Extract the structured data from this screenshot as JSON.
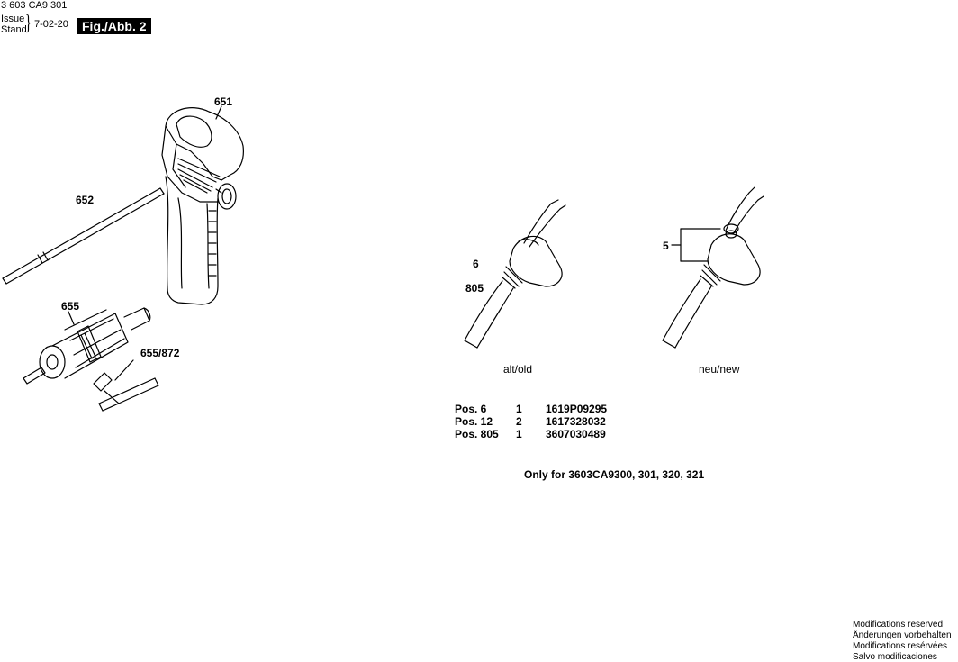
{
  "header": {
    "doc_id": "3 603 CA9 301",
    "issue_label": "Issue",
    "stand_label": "Stand",
    "brace": "}",
    "date": "7-02-20",
    "figure_label": "Fig./Abb. 2"
  },
  "callouts": {
    "c651": "651",
    "c652": "652",
    "c655": "655",
    "c655_872": "655/872",
    "c6": "6",
    "c805": "805",
    "c5": "5"
  },
  "variants": {
    "old": "alt/old",
    "new": "neu/new"
  },
  "parts": [
    {
      "pos": "Pos. 6",
      "qty": "1",
      "number": "1619P09295"
    },
    {
      "pos": "Pos. 12",
      "qty": "2",
      "number": "1617328032"
    },
    {
      "pos": "Pos. 805",
      "qty": "1",
      "number": "3607030489"
    }
  ],
  "note": "Only for 3603CA9300, 301, 320, 321",
  "footer": [
    "Modifications reserved",
    "Änderungen vorbehalten",
    "Modifications resérvées",
    "Salvo modificaciones"
  ]
}
